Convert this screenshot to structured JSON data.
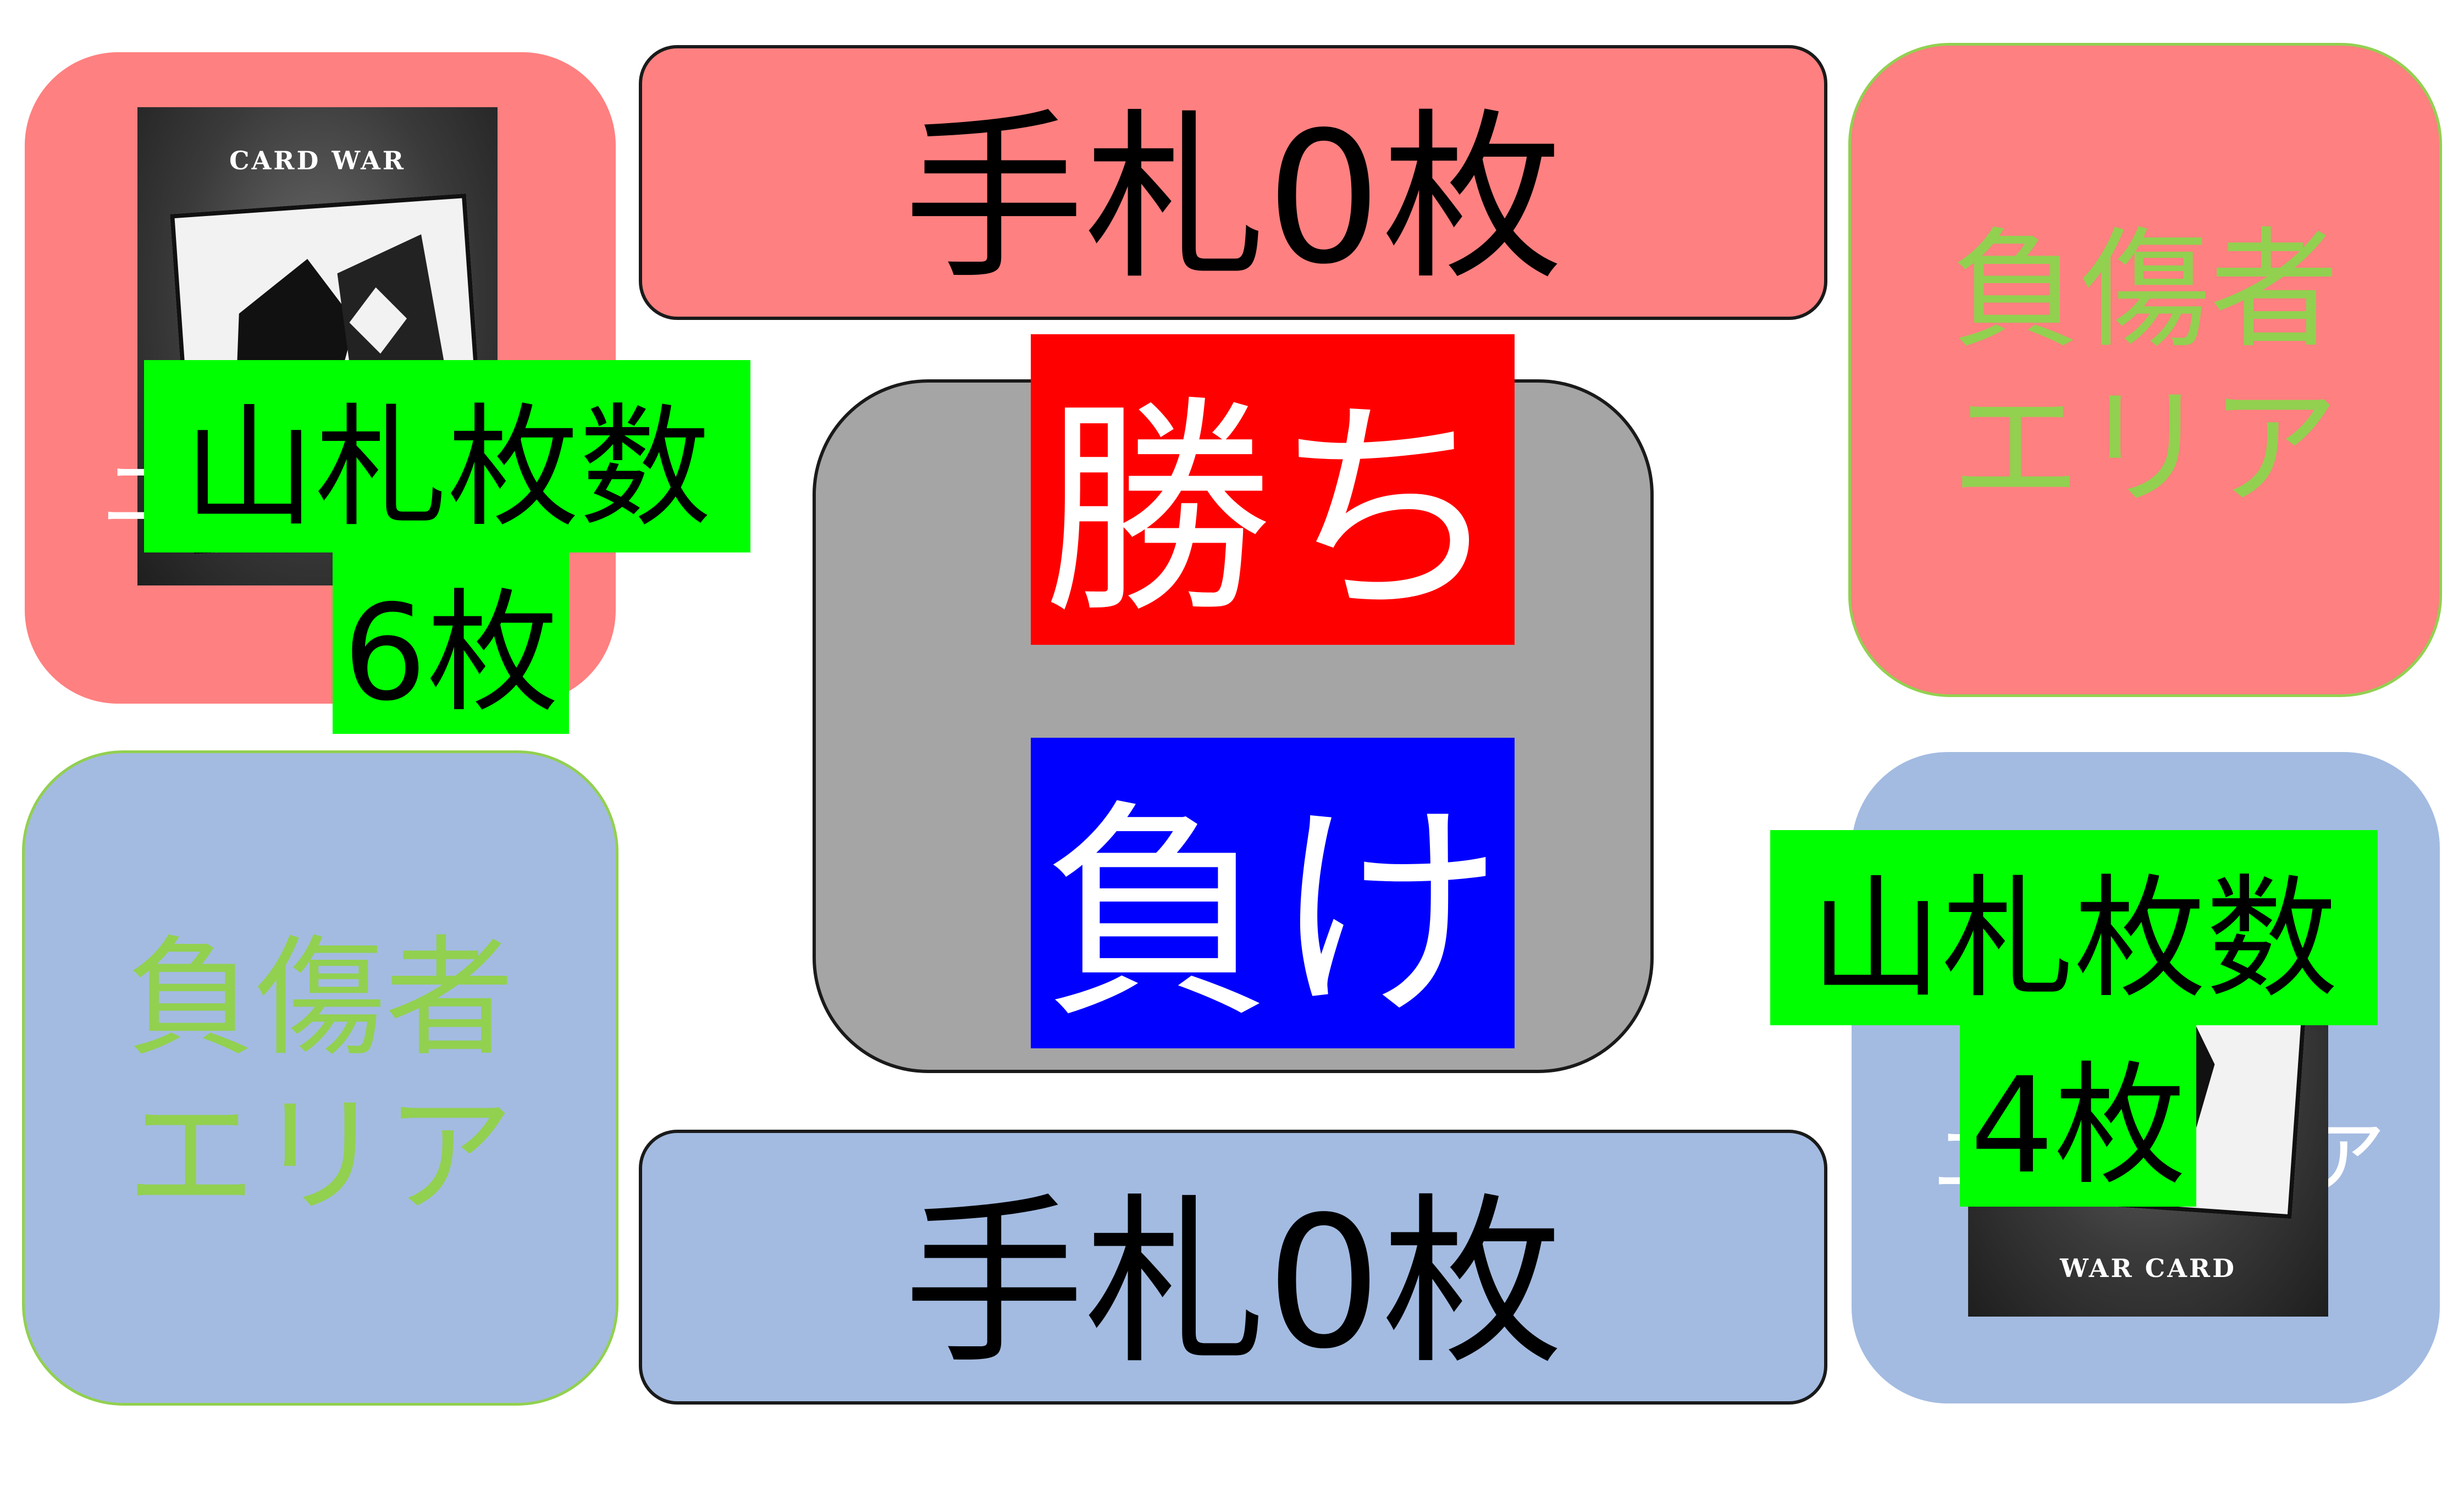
{
  "opponent": {
    "hand_text": "手札0枚",
    "wounded_area": "負傷者\nエリア",
    "deck_count_label": "山札枚数",
    "deck_count_value": "6枚",
    "deck_card_title": "CARD WAR"
  },
  "player": {
    "hand_text": "手札0枚",
    "wounded_area": "負傷者\nエリア",
    "deck_count_label": "山札枚数",
    "deck_count_value": "4枚",
    "deck_card_title": "WAR CARD"
  },
  "result": {
    "win_label": "勝ち",
    "lose_label": "負け"
  },
  "colors": {
    "opponent_zone": "#ff8080",
    "player_zone": "#a3bbe1",
    "center_panel": "#a5a5a5",
    "win": "#ff0000",
    "lose": "#0000ff",
    "count_highlight": "#00ff00",
    "wounded_text": "#92d050"
  }
}
